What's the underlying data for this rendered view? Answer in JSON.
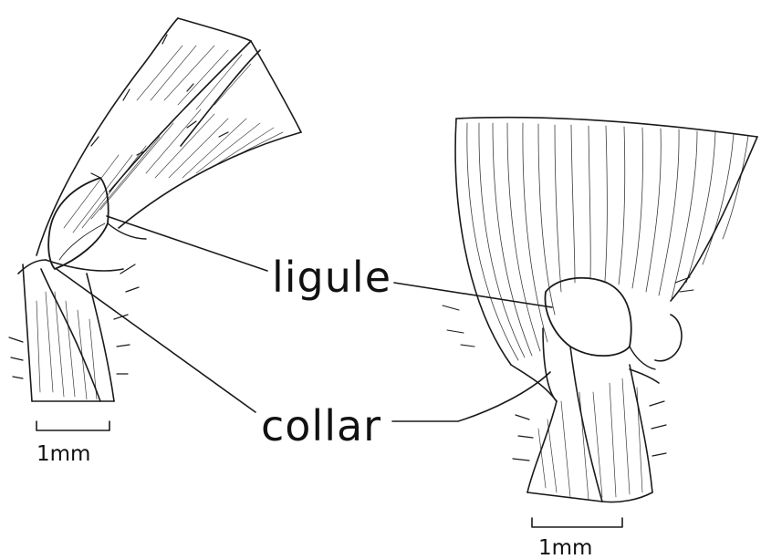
{
  "labels": {
    "ligule": "ligule",
    "collar": "collar",
    "scale_left": "1mm",
    "scale_right": "1mm"
  },
  "colors": {
    "ink": "#1a1a1a",
    "background": "#ffffff"
  }
}
